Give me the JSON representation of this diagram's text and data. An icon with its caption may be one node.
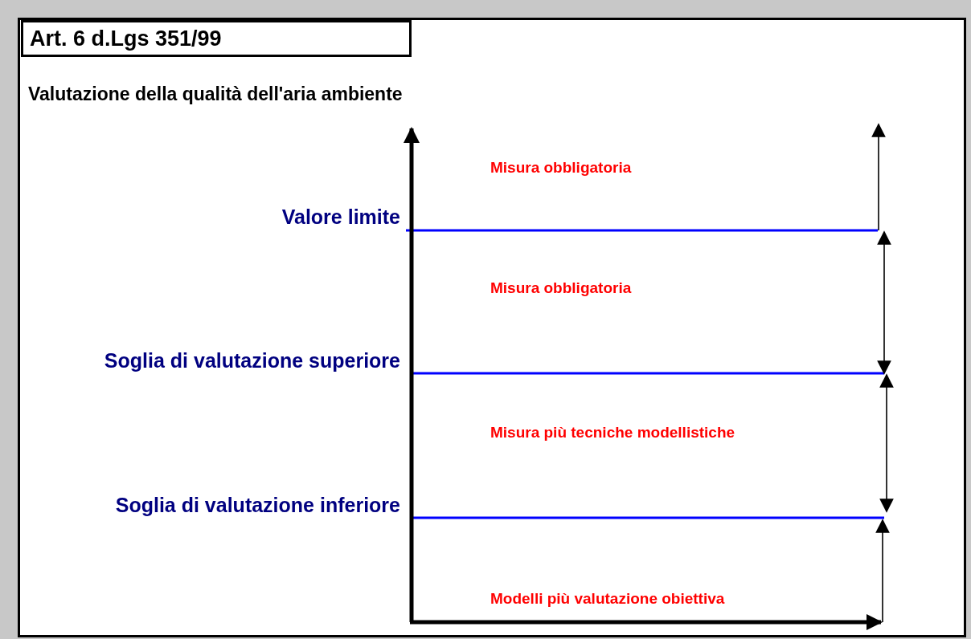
{
  "diagram": {
    "title": "Art. 6 d.Lgs 351/99",
    "labels": [
      "Valutazione della qualità dell'aria ambiente",
      "Misura obbligatoria",
      "Valore limite",
      "Misura obbligatoria",
      "Soglia di valutazione superiore",
      "Misura più tecniche modellistiche",
      "Soglia di valutazione inferiore",
      "Modelli più valutazione obiettiva"
    ]
  }
}
